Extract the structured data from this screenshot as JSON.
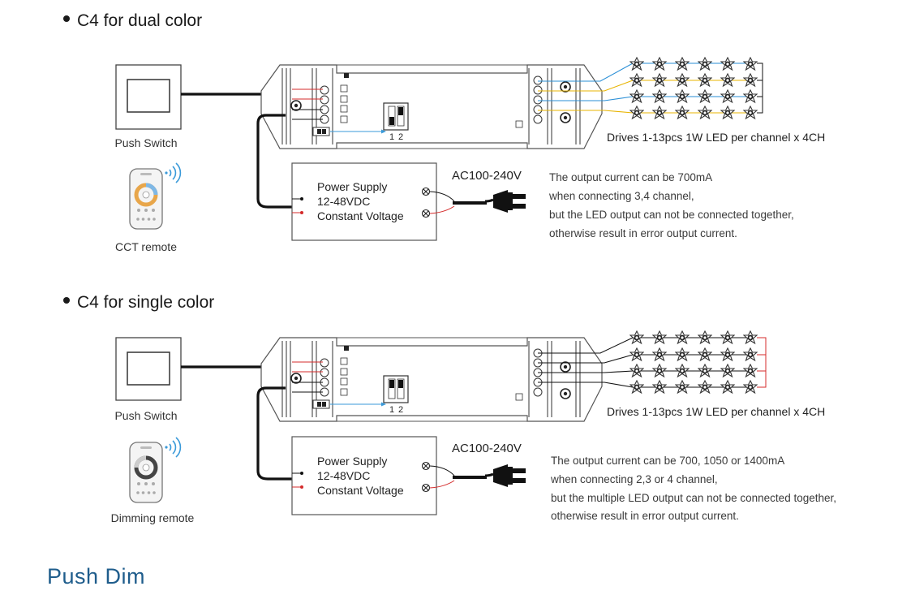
{
  "sections": [
    {
      "title": "C4 for dual color",
      "switch_label": "Push Switch",
      "remote_label": "CCT remote",
      "psu_lines": [
        "Power Supply",
        "12-48VDC",
        "Constant Voltage"
      ],
      "ac_label": "AC100-240V",
      "drives_label": "Drives 1-13pcs 1W LED per channel x 4CH",
      "dip_numbers": [
        "1",
        "2"
      ],
      "note_lines": [
        "The output current can be 700mA",
        "when connecting 3,4 channel,",
        "but the LED output can not be connected together,",
        "otherwise result in error output current."
      ]
    },
    {
      "title": "C4 for single color",
      "switch_label": "Push Switch",
      "remote_label": "Dimming remote",
      "psu_lines": [
        "Power Supply",
        "12-48VDC",
        "Constant Voltage"
      ],
      "ac_label": "AC100-240V",
      "drives_label": "Drives 1-13pcs 1W LED per channel x 4CH",
      "dip_numbers": [
        "1",
        "2"
      ],
      "note_lines": [
        "The output current can be 700, 1050  or 1400mA",
        "when connecting 2,3 or 4 channel,",
        "but the multiple LED output can not be connected together,",
        "otherwise result in error output current."
      ]
    }
  ],
  "footer_heading": "Push Dim",
  "colors": {
    "heading_blue": "#1f5d8c",
    "wire_red": "#d42b2b",
    "wire_blue": "#2a8fd6",
    "wire_yellow": "#e8b400",
    "wire_black": "#111111"
  },
  "icons": [
    "push-switch-icon",
    "remote-control-icon",
    "wifi-signal-icon",
    "ac-plug-icon",
    "led-icon",
    "dip-switch-icon",
    "terminal-screw-icon"
  ]
}
